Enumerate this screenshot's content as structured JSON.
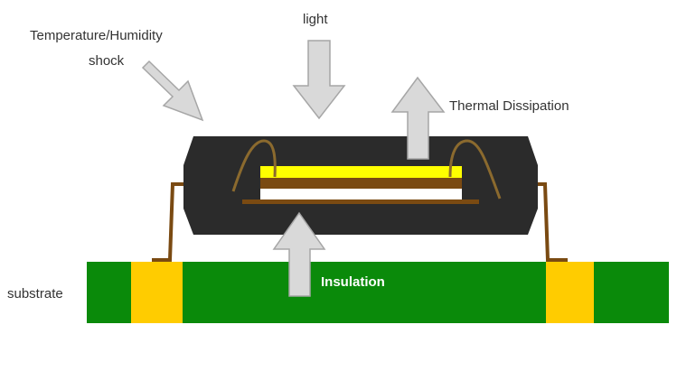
{
  "labels": {
    "temperature_line1": "Temperature/Humidity",
    "temperature_line2": "shock",
    "light": "light",
    "thermal": "Thermal Dissipation",
    "insulation": "Insulation",
    "substrate": "substrate"
  },
  "colors": {
    "package": "#2b2b2b",
    "substrate": "#0a8a0a",
    "pad": "#ffcc00",
    "lead": "#7a4a12",
    "wire": "#8b6a2e",
    "chip_top": "#ffff00",
    "chip_layer": "#7a4a12",
    "arrow_fill": "#d9d9d9",
    "arrow_stroke": "#a6a6a6",
    "text": "#333333"
  }
}
